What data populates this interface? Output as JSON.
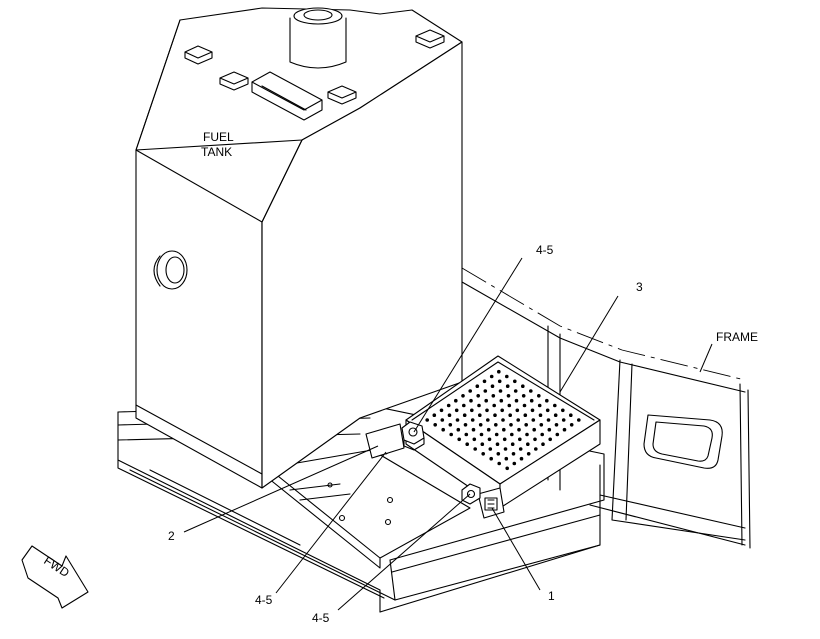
{
  "labels": {
    "fuel_tank_line1": "FUEL",
    "fuel_tank_line2": "TANK",
    "frame": "FRAME",
    "fwd": "FWD",
    "callout_4_5_top": "4-5",
    "callout_3": "3",
    "callout_2": "2",
    "callout_4_5_left": "4-5",
    "callout_4_5_bottom": "4-5",
    "callout_1": "1"
  }
}
